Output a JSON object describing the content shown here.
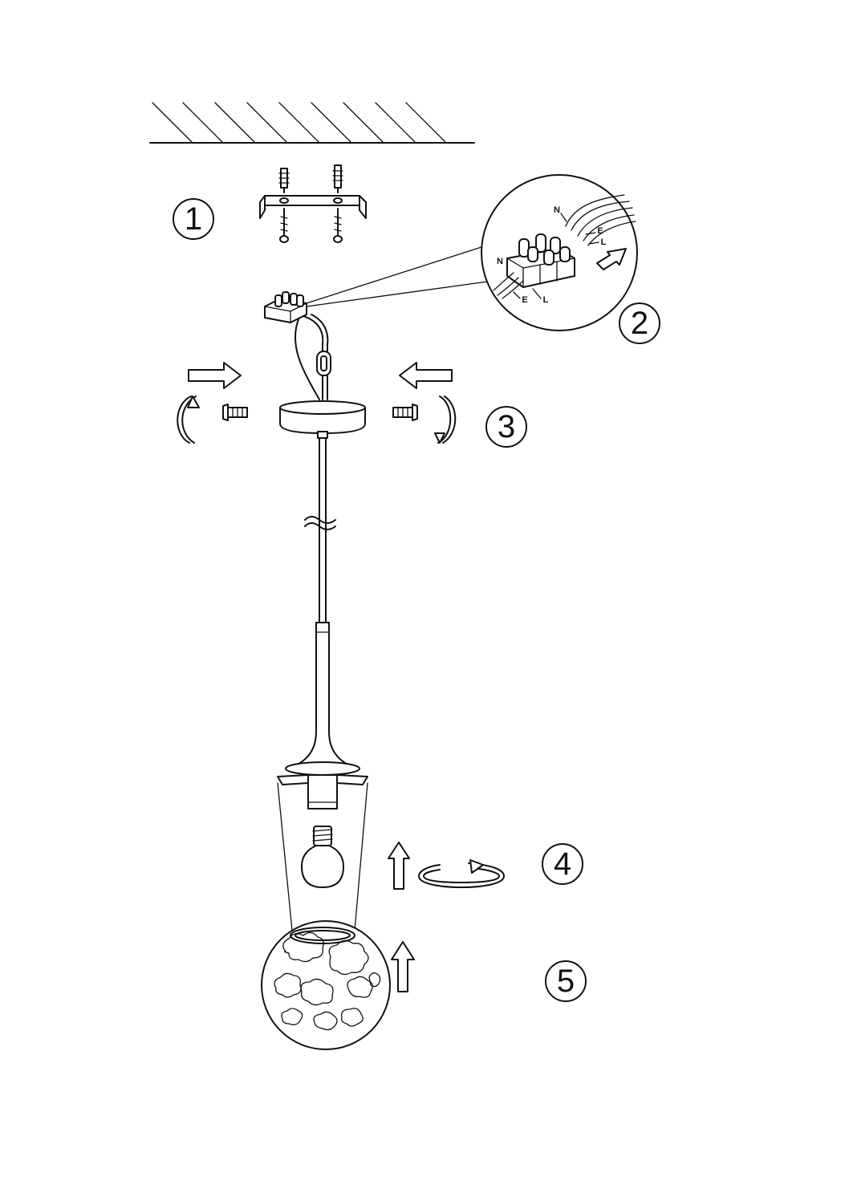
{
  "steps": [
    {
      "number": "1"
    },
    {
      "number": "2"
    },
    {
      "number": "3"
    },
    {
      "number": "4"
    },
    {
      "number": "5"
    }
  ],
  "wire_labels": {
    "top_n": "N",
    "top_e": "E",
    "top_l": "L",
    "bottom_n": "N",
    "bottom_e": "E",
    "bottom_l": "L"
  }
}
